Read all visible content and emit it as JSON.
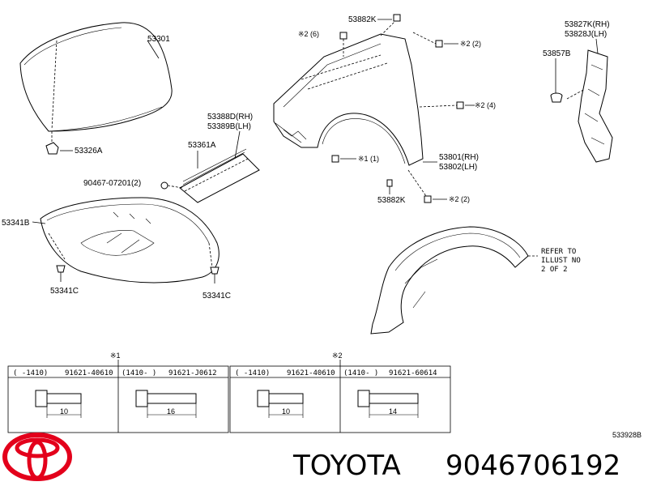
{
  "labels": {
    "hood": "53301",
    "hood_cushion": "53326A",
    "hood_seal_rh": "53388D(RH)",
    "hood_seal_lh": "53389B(LH)",
    "seal_strip": "53361A",
    "clip_part": "90467-07201(2)",
    "insulator": "53341B",
    "insulator_clip_l": "53341C",
    "insulator_clip_r": "53341C",
    "fender_clip_top": "53882K",
    "fender_clip_bottom": "53882K",
    "fender_rh": "53801(RH)",
    "fender_lh": "53802(LH)",
    "bracket_rh": "53827K(RH)",
    "bracket_lh": "53828J(LH)",
    "bracket_clip": "53857B",
    "mark2_qty6": "※2 (6)",
    "mark2_qty2_top": "※2 (2)",
    "mark2_qty4": "※2 (4)",
    "mark1_qty1": "※1 (1)",
    "mark2_qty2_bottom": "※2 (2)"
  },
  "liner_note": [
    "REFER TO",
    "ILLUST NO",
    "2 OF 2"
  ],
  "bolt_table": {
    "group1_marker": "※1",
    "group2_marker": "※2",
    "cells": [
      {
        "range": "(      -1410)",
        "part": "91621-40610",
        "length": "10"
      },
      {
        "range": "(1410-      )",
        "part": "91621-J0612",
        "length": "16"
      },
      {
        "range": "(      -1410)",
        "part": "91621-40610",
        "length": "10"
      },
      {
        "range": "(1410-      )",
        "part": "91621-60614",
        "length": "14"
      }
    ]
  },
  "diagram_code": "533928B",
  "footer": {
    "brand": "TOYOTA",
    "part_number": "9046706192"
  },
  "colors": {
    "logo_red": "#e3001b",
    "ink": "#000000"
  }
}
